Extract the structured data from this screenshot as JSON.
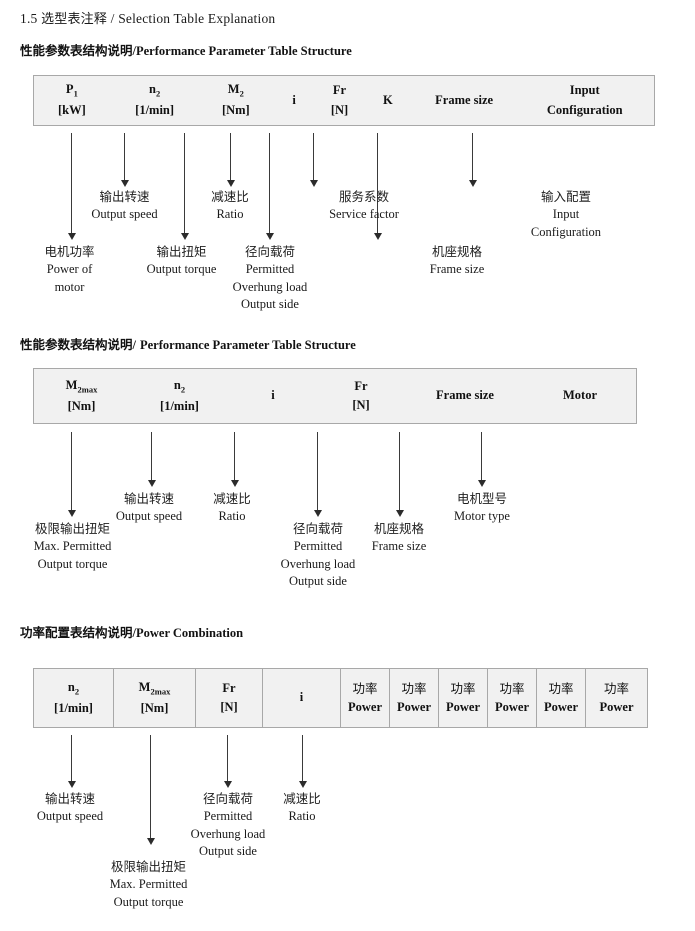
{
  "document": {
    "section_number": "1.5",
    "section_title_cn": "选型表注释",
    "section_title_sep": "/",
    "section_title_en": "Selection Table Explanation"
  },
  "block1": {
    "heading_cn": "性能参数表结构说明",
    "heading_sep": "/",
    "heading_en": "Performance Parameter Table Structure",
    "table": {
      "columns": [
        {
          "line1": "P",
          "sub1": "1",
          "line2": "[kW]"
        },
        {
          "line1": "n",
          "sub1": "2",
          "line2": "[1/min]"
        },
        {
          "line1": "M",
          "sub1": "2",
          "line2": "[Nm]"
        },
        {
          "line1": "i",
          "sub1": "",
          "line2": ""
        },
        {
          "line1": "Fr",
          "sub1": "",
          "line2": "[N]"
        },
        {
          "line1": "K",
          "sub1": "",
          "line2": ""
        },
        {
          "line1": "Frame size",
          "sub1": "",
          "line2": ""
        },
        {
          "line1": "Input",
          "sub1": "",
          "line2": "Configuration"
        }
      ]
    },
    "annotations": [
      {
        "cn": "电机功率",
        "en1": "Power of",
        "en2": "motor",
        "en3": "",
        "en4": ""
      },
      {
        "cn": "输出转速",
        "en1": "Output speed",
        "en2": "",
        "en3": "",
        "en4": ""
      },
      {
        "cn": "输出扭矩",
        "en1": "Output torque",
        "en2": "",
        "en3": "",
        "en4": ""
      },
      {
        "cn": "减速比",
        "en1": "Ratio",
        "en2": "",
        "en3": "",
        "en4": ""
      },
      {
        "cn": "径向载荷",
        "en1": "Permitted",
        "en2": "Overhung load",
        "en3": "Output side",
        "en4": ""
      },
      {
        "cn": "服务系数",
        "en1": "Service factor",
        "en2": "",
        "en3": "",
        "en4": ""
      },
      {
        "cn": "机座规格",
        "en1": "Frame size",
        "en2": "",
        "en3": "",
        "en4": ""
      },
      {
        "cn": "输入配置",
        "en1": "Input",
        "en2": "Configuration",
        "en3": "",
        "en4": ""
      }
    ]
  },
  "block2": {
    "heading_cn": "性能参数表结构说明",
    "heading_sep": "/",
    "heading_en": "Performance Parameter Table Structure",
    "table": {
      "columns": [
        {
          "line1": "M",
          "sub1": "2max",
          "line2": "[Nm]"
        },
        {
          "line1": "n",
          "sub1": "2",
          "line2": "[1/min]"
        },
        {
          "line1": "i",
          "sub1": "",
          "line2": ""
        },
        {
          "line1": "Fr",
          "sub1": "",
          "line2": "[N]"
        },
        {
          "line1": "Frame size",
          "sub1": "",
          "line2": ""
        },
        {
          "line1": "Motor",
          "sub1": "",
          "line2": ""
        }
      ]
    },
    "annotations": [
      {
        "cn": "极限输出扭矩",
        "en1": "Max. Permitted",
        "en2": "Output  torque",
        "en3": "",
        "en4": ""
      },
      {
        "cn": "输出转速",
        "en1": "Output speed",
        "en2": "",
        "en3": "",
        "en4": ""
      },
      {
        "cn": "减速比",
        "en1": "Ratio",
        "en2": "",
        "en3": "",
        "en4": ""
      },
      {
        "cn": "径向载荷",
        "en1": "Permitted",
        "en2": "Overhung load",
        "en3": "Output side",
        "en4": ""
      },
      {
        "cn": "机座规格",
        "en1": "Frame size",
        "en2": "",
        "en3": "",
        "en4": ""
      },
      {
        "cn": "电机型号",
        "en1": "Motor type",
        "en2": "",
        "en3": "",
        "en4": ""
      }
    ]
  },
  "block3": {
    "heading_cn": "功率配置表结构说明",
    "heading_sep": "/",
    "heading_en": "Power Combination",
    "table": {
      "columns": [
        {
          "line1": "n",
          "sub1": "2",
          "line2": "[1/min]"
        },
        {
          "line1": "M",
          "sub1": "2max",
          "line2": "[Nm]"
        },
        {
          "line1": "Fr",
          "sub1": "",
          "line2": "[N]"
        },
        {
          "line1": "i",
          "sub1": "",
          "line2": ""
        },
        {
          "line1": "功率",
          "sub1": "",
          "line2": "Power"
        },
        {
          "line1": "功率",
          "sub1": "",
          "line2": "Power"
        },
        {
          "line1": "功率",
          "sub1": "",
          "line2": "Power"
        },
        {
          "line1": "功率",
          "sub1": "",
          "line2": "Power"
        },
        {
          "line1": "功率",
          "sub1": "",
          "line2": "Power"
        },
        {
          "line1": "功率",
          "sub1": "",
          "line2": "Power"
        }
      ]
    },
    "annotations": [
      {
        "cn": "输出转速",
        "en1": "Output speed",
        "en2": "",
        "en3": "",
        "en4": ""
      },
      {
        "cn": "极限输出扭矩",
        "en1": "Max. Permitted",
        "en2": "Output  torque",
        "en3": "",
        "en4": ""
      },
      {
        "cn": "径向载荷",
        "en1": "Permitted",
        "en2": "Overhung load",
        "en3": "Output side",
        "en4": ""
      },
      {
        "cn": "减速比",
        "en1": "Ratio",
        "en2": "",
        "en3": "",
        "en4": ""
      }
    ]
  }
}
